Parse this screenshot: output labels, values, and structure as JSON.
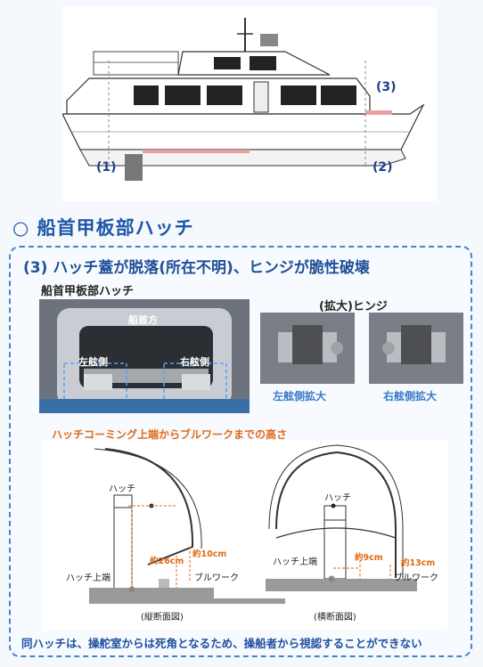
{
  "ship": {
    "label_1": "(1)",
    "label_2": "(2)",
    "label_3": "(3)"
  },
  "section_title": "○ 船首甲板部ハッチ",
  "sub_title": "(3) ハッチ蓋が脱落(所在不明)、ヒンジが脆性破壊",
  "photo_main": {
    "caption": "船首甲板部ハッチ",
    "label_bow": "船首方",
    "label_port": "左舷側",
    "label_starboard": "右舷側"
  },
  "hinge": {
    "caption": "(拡大)ヒンジ",
    "left_caption": "左舷側拡大",
    "right_caption": "右舷側拡大"
  },
  "diagram": {
    "heading": "ハッチコーミング上端からブルワークまでの高さ",
    "long": {
      "hatch_label": "ハッチ",
      "hatch_top_label": "ハッチ上端",
      "bulwark_label": "ブルワーク",
      "dim_26": "約26cm",
      "dim_10": "約10cm",
      "caption": "(縦断面図)"
    },
    "cross": {
      "hatch_label": "ハッチ",
      "hatch_top_label": "ハッチ上端",
      "bulwark_label": "ブルワーク",
      "dim_9": "約9cm",
      "dim_13": "約13cm",
      "caption": "(横断面図)"
    }
  },
  "bottom_note": "同ハッチは、操舵室からは死角となるため、操船者から視認することができない",
  "colors": {
    "title_blue": "#1f57a8",
    "dashed_border": "#4a82c8",
    "orange": "#e06a14",
    "caption_blue": "#3a7ac6"
  }
}
